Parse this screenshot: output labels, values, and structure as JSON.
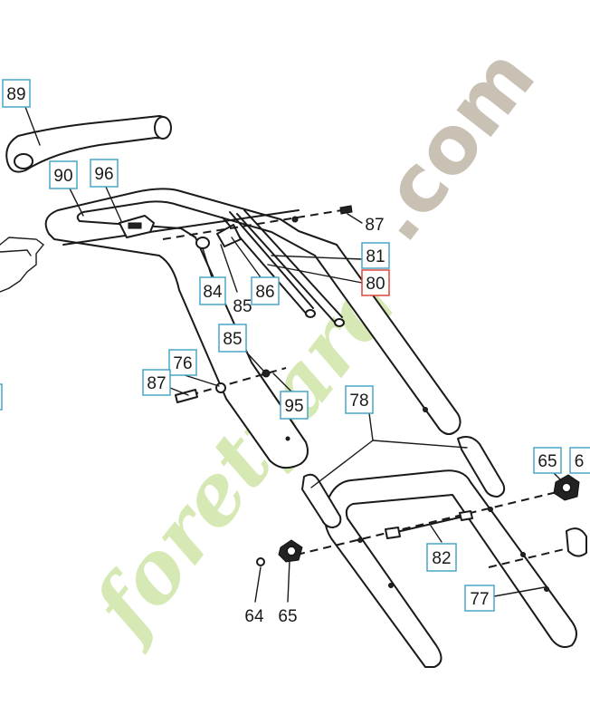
{
  "watermark": {
    "text_dotcom": ".com",
    "text_brand": "foretyard",
    "color_dotcom": "#c9c1b4",
    "color_green": "#cfe6a8",
    "color_orange": "#f3c79c"
  },
  "colors": {
    "label_box": "#4aa6c9",
    "label_box_highlight": "#e0443c",
    "line": "#1a1a1a"
  },
  "parts": [
    {
      "id": "p89",
      "label": "89",
      "boxed": true
    },
    {
      "id": "p90",
      "label": "90",
      "boxed": true
    },
    {
      "id": "p96",
      "label": "96",
      "boxed": true
    },
    {
      "id": "p87a",
      "label": "87",
      "boxed": false
    },
    {
      "id": "p81",
      "label": "81",
      "boxed": true
    },
    {
      "id": "p80",
      "label": "80",
      "boxed": true,
      "highlight": true
    },
    {
      "id": "p84",
      "label": "84",
      "boxed": true
    },
    {
      "id": "p85a",
      "label": "85",
      "boxed": false
    },
    {
      "id": "p86",
      "label": "86",
      "boxed": true
    },
    {
      "id": "p85b",
      "label": "85",
      "boxed": true
    },
    {
      "id": "p76",
      "label": "76",
      "boxed": true
    },
    {
      "id": "p87b",
      "label": "87",
      "boxed": true
    },
    {
      "id": "p95",
      "label": "95",
      "boxed": true
    },
    {
      "id": "p78",
      "label": "78",
      "boxed": true
    },
    {
      "id": "p65a",
      "label": "65",
      "boxed": true
    },
    {
      "id": "p6x",
      "label": "6",
      "boxed": true
    },
    {
      "id": "p82",
      "label": "82",
      "boxed": true
    },
    {
      "id": "p77",
      "label": "77",
      "boxed": true
    },
    {
      "id": "p64",
      "label": "64",
      "boxed": false
    },
    {
      "id": "p65b",
      "label": "65",
      "boxed": false
    }
  ]
}
